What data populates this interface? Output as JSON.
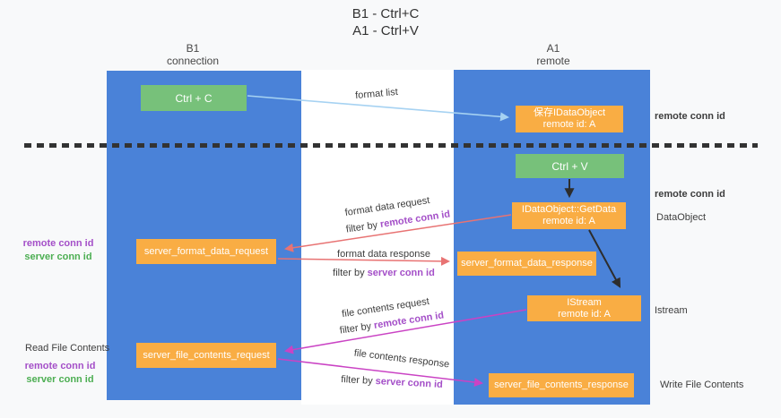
{
  "title": {
    "line1": "B1 - Ctrl+C",
    "line2": "A1 - Ctrl+V"
  },
  "columns": {
    "left": {
      "name": "B1",
      "role": "connection"
    },
    "right": {
      "name": "A1",
      "role": "remote"
    }
  },
  "nodes": {
    "ctrl_c": {
      "label": "Ctrl + C"
    },
    "ctrl_v": {
      "label": "Ctrl + V"
    },
    "save_dataobject": {
      "line1": "保存IDataObject",
      "line2": "remote id: A"
    },
    "getdata": {
      "line1": "IDataObject::GetData",
      "line2": "remote id: A"
    },
    "istream": {
      "line1": "IStream",
      "line2": "remote id: A"
    },
    "server_format_data_request": {
      "label": "server_format_data_request"
    },
    "server_format_data_response": {
      "label": "server_format_data_response"
    },
    "server_file_contents_request": {
      "label": "server_file_contents_request"
    },
    "server_file_contents_response": {
      "label": "server_file_contents_response"
    }
  },
  "edge_labels": {
    "format_list": "format list",
    "format_data_request": {
      "text": "format data request",
      "filter_prefix": "filter by",
      "filter_key": "remote conn id"
    },
    "format_data_response": {
      "text": "format data response",
      "filter_prefix": "filter by",
      "filter_key": "server conn id"
    },
    "file_contents_request": {
      "text": "file contents request",
      "filter_prefix": "filter by",
      "filter_key": "remote conn id"
    },
    "file_contents_response": {
      "text": "file contents response",
      "filter_prefix": "filter by",
      "filter_key": "server conn id"
    }
  },
  "side_labels": {
    "left_remote_conn_id": "remote conn id",
    "left_server_conn_id": "server conn id",
    "read_file_contents": "Read File Contents",
    "left_remote_conn_id_2": "remote conn id",
    "left_server_conn_id_2": "server conn id",
    "right_remote_conn_id_1": "remote conn id",
    "right_remote_conn_id_2": "remote conn id",
    "dataobject": "DataObject",
    "istream": "Istream",
    "write_file_contents": "Write File Contents"
  },
  "colors": {
    "background": "#f8f9fa",
    "lane_band": "#ffffff",
    "column_blue": "#4a82d8",
    "node_green": "#77c17a",
    "node_orange": "#f9ad44",
    "purple_text": "#a44fc8",
    "green_text": "#4cae52",
    "dark_text": "#3d3d3d",
    "arrow_blue": "#a6d2f2",
    "arrow_red": "#e87373",
    "arrow_magenta": "#ca43c4",
    "arrow_black": "#2d2d2d"
  }
}
